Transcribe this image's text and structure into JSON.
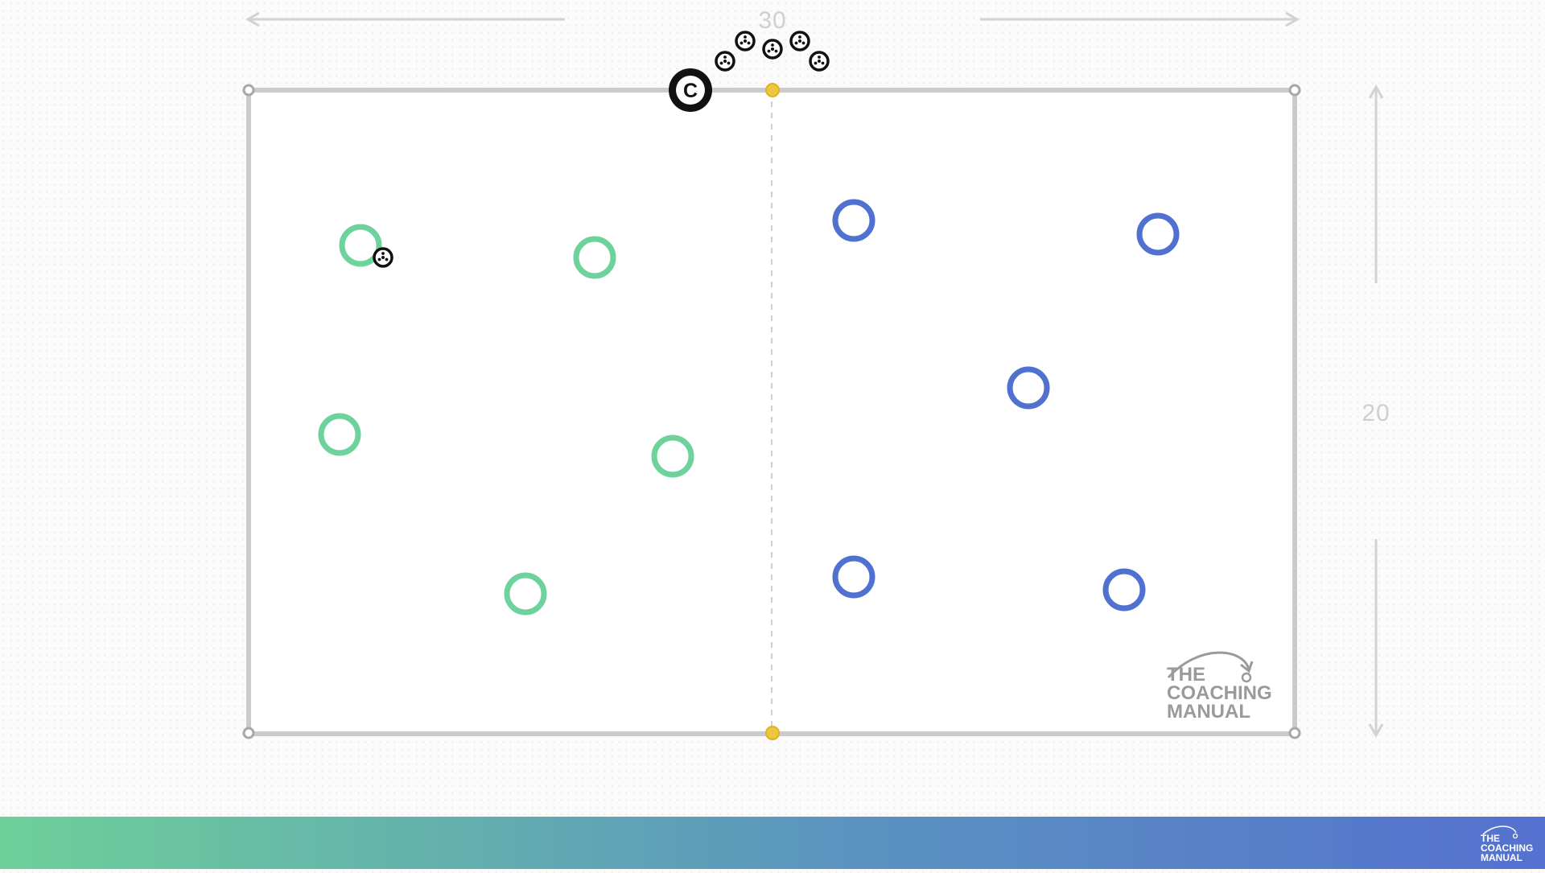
{
  "dimensions": {
    "width_label": "30",
    "height_label": "20"
  },
  "colors": {
    "team_green": "#6dd29b",
    "team_blue": "#5071cf",
    "pitch_line": "#cbcbcb",
    "cone": "#ecc63c",
    "coach": "#111111"
  },
  "coach": {
    "symbol": "C"
  },
  "logo": {
    "line1": "THE",
    "line2": "COACHING",
    "line3": "MANUAL"
  },
  "footer_logo": {
    "line1": "THE",
    "line2": "COACHING",
    "line3": "MANUAL"
  },
  "icons": {
    "ball": "football-icon",
    "coach": "coach-icon",
    "cone": "cone-icon",
    "corner": "corner-marker-icon"
  }
}
